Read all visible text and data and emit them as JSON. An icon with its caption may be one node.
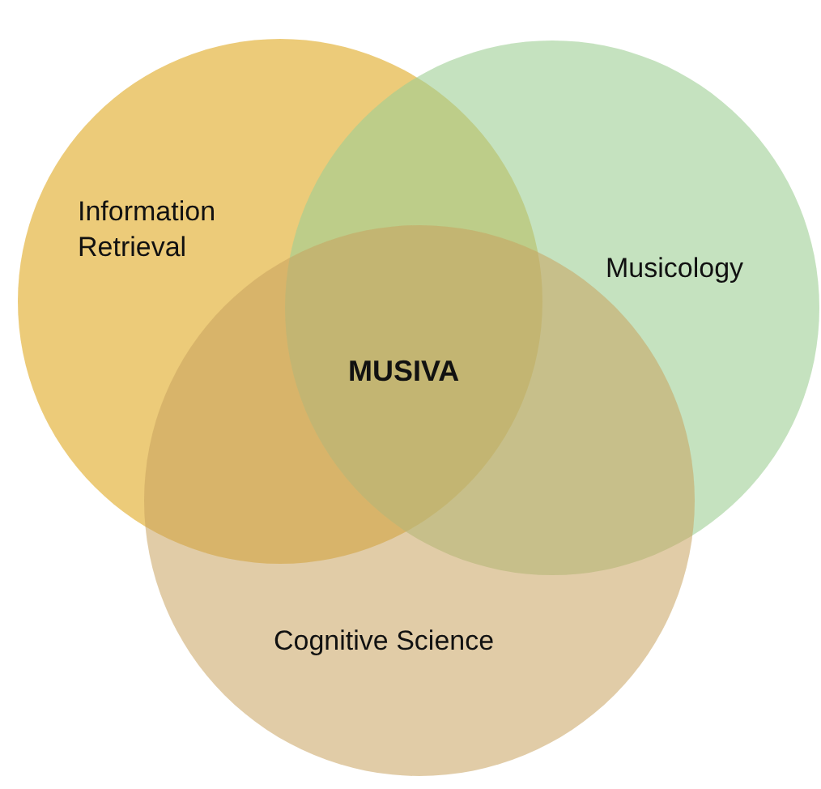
{
  "diagram": {
    "nodes": [
      {
        "text": [
          "Information Retrieval"
        ]
      },
      {
        "text": [
          "Musicology"
        ]
      },
      {
        "text": [
          "Cognitive Science"
        ]
      }
    ],
    "labels": [
      "MUSIVA"
    ]
  }
}
